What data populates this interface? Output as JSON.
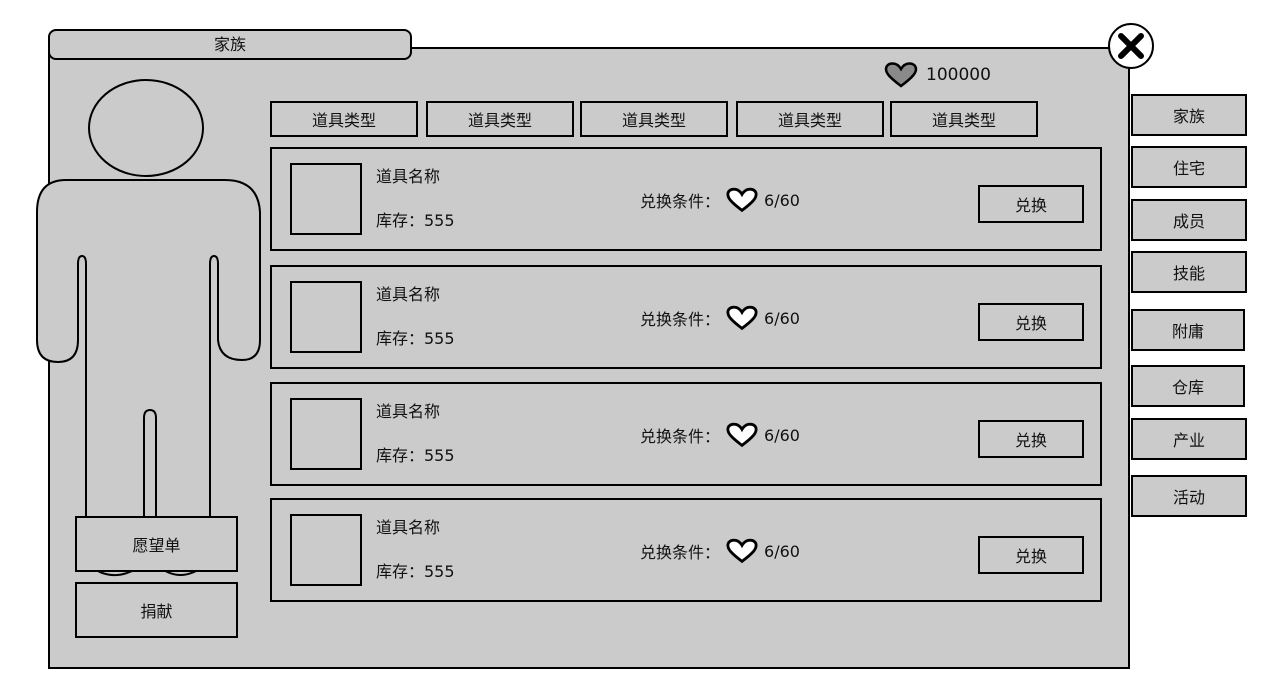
{
  "window": {
    "title": "家族"
  },
  "currency": {
    "icon": "heart-icon",
    "amount": "100000"
  },
  "category_tabs": [
    "道具类型",
    "道具类型",
    "道具类型",
    "道具类型",
    "道具类型"
  ],
  "items": [
    {
      "name": "道具名称",
      "stock_label": "库存：555",
      "condition_label": "兑换条件：",
      "condition_value": "6/60",
      "button": "兑换"
    },
    {
      "name": "道具名称",
      "stock_label": "库存：555",
      "condition_label": "兑换条件：",
      "condition_value": "6/60",
      "button": "兑换"
    },
    {
      "name": "道具名称",
      "stock_label": "库存：555",
      "condition_label": "兑换条件：",
      "condition_value": "6/60",
      "button": "兑换"
    },
    {
      "name": "道具名称",
      "stock_label": "库存：555",
      "condition_label": "兑换条件：",
      "condition_value": "6/60",
      "button": "兑换"
    }
  ],
  "left_buttons": {
    "wishlist": "愿望单",
    "donate": "捐献"
  },
  "side_menu": [
    "家族",
    "住宅",
    "成员",
    "技能",
    "附庸",
    "仓库",
    "产业",
    "活动"
  ],
  "colors": {
    "panel": "#cbcbcb",
    "border": "#000000",
    "heart_fill": "#8a8a8a"
  }
}
